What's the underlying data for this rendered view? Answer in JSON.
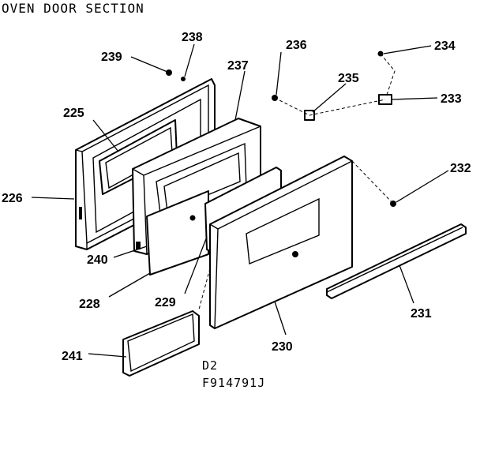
{
  "title": "OVEN DOOR SECTION",
  "part_labels": {
    "p225": "225",
    "p226": "226",
    "p228": "228",
    "p229": "229",
    "p230": "230",
    "p231": "231",
    "p232": "232",
    "p233": "233",
    "p234": "234",
    "p235": "235",
    "p236": "236",
    "p237": "237",
    "p238": "238",
    "p239": "239",
    "p240": "240",
    "p241": "241"
  },
  "drawing_code": {
    "line1": "D2",
    "line2": "F914791J"
  }
}
